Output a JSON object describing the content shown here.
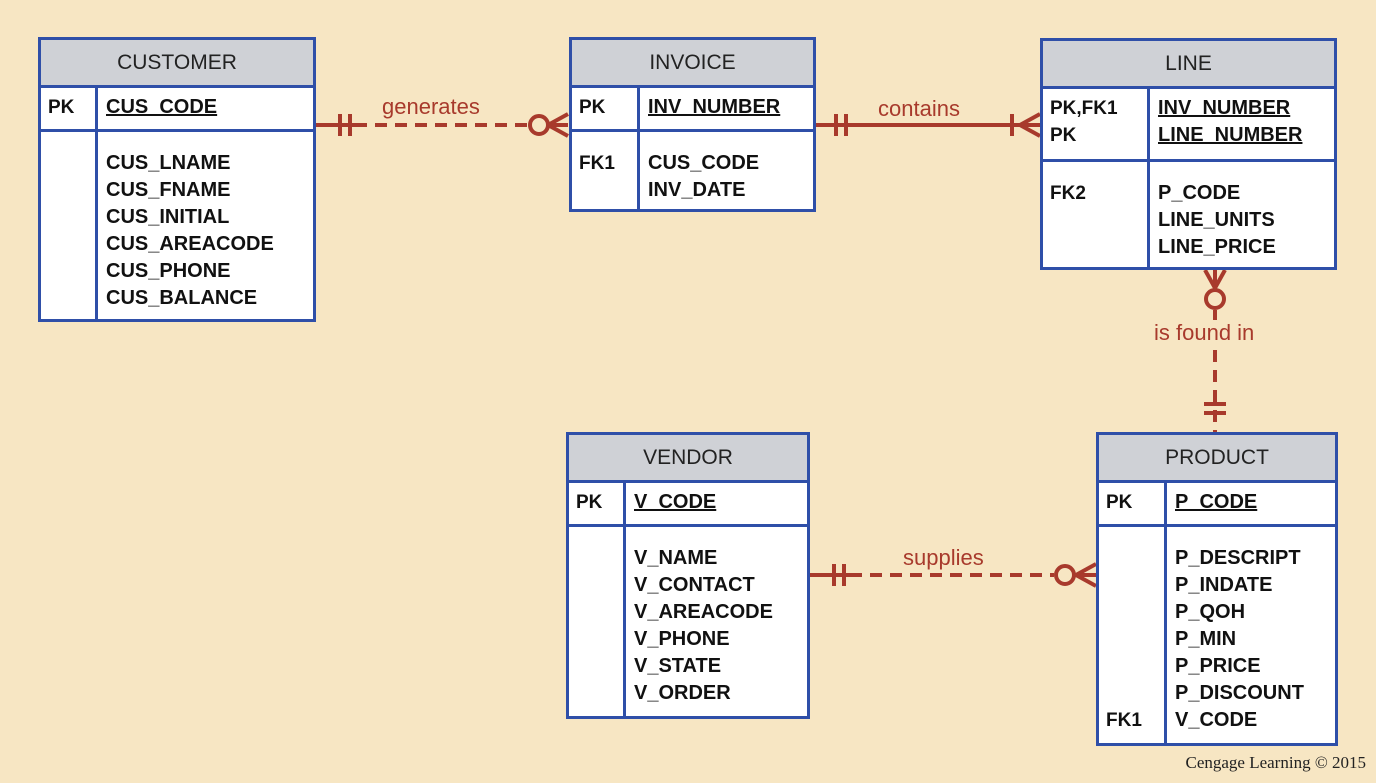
{
  "entities": {
    "customer": {
      "title": "CUSTOMER",
      "pk_keys": [
        "PK"
      ],
      "pk_attrs": [
        "CUS_CODE"
      ],
      "keys": [],
      "attrs": [
        "CUS_LNAME",
        "CUS_FNAME",
        "CUS_INITIAL",
        "CUS_AREACODE",
        "CUS_PHONE",
        "CUS_BALANCE"
      ]
    },
    "invoice": {
      "title": "INVOICE",
      "pk_keys": [
        "PK"
      ],
      "pk_attrs": [
        "INV_NUMBER"
      ],
      "keys": [
        "FK1"
      ],
      "attrs": [
        "CUS_CODE",
        "INV_DATE"
      ]
    },
    "line": {
      "title": "LINE",
      "pk_keys": [
        "PK,FK1",
        "PK"
      ],
      "pk_attrs": [
        "INV_NUMBER",
        "LINE_NUMBER"
      ],
      "keys": [
        "FK2"
      ],
      "attrs": [
        "P_CODE",
        "LINE_UNITS",
        "LINE_PRICE"
      ]
    },
    "vendor": {
      "title": "VENDOR",
      "pk_keys": [
        "PK"
      ],
      "pk_attrs": [
        "V_CODE"
      ],
      "keys": [],
      "attrs": [
        "V_NAME",
        "V_CONTACT",
        "V_AREACODE",
        "V_PHONE",
        "V_STATE",
        "V_ORDER"
      ]
    },
    "product": {
      "title": "PRODUCT",
      "pk_keys": [
        "PK"
      ],
      "pk_attrs": [
        "P_CODE"
      ],
      "keys": [
        "",
        "",
        "",
        "",
        "",
        "",
        "FK1"
      ],
      "attrs": [
        "P_DESCRIPT",
        "P_INDATE",
        "P_QOH",
        "P_MIN",
        "P_PRICE",
        "P_DISCOUNT",
        "V_CODE"
      ]
    }
  },
  "relationships": {
    "generates": "generates",
    "contains": "contains",
    "is_found_in": "is found in",
    "supplies": "supplies"
  },
  "credit": "Cengage Learning © 2015",
  "colors": {
    "background": "#f7e6c3",
    "entity_border": "#2f4fa8",
    "entity_header": "#cfd1d6",
    "relationship": "#a83a2c"
  }
}
